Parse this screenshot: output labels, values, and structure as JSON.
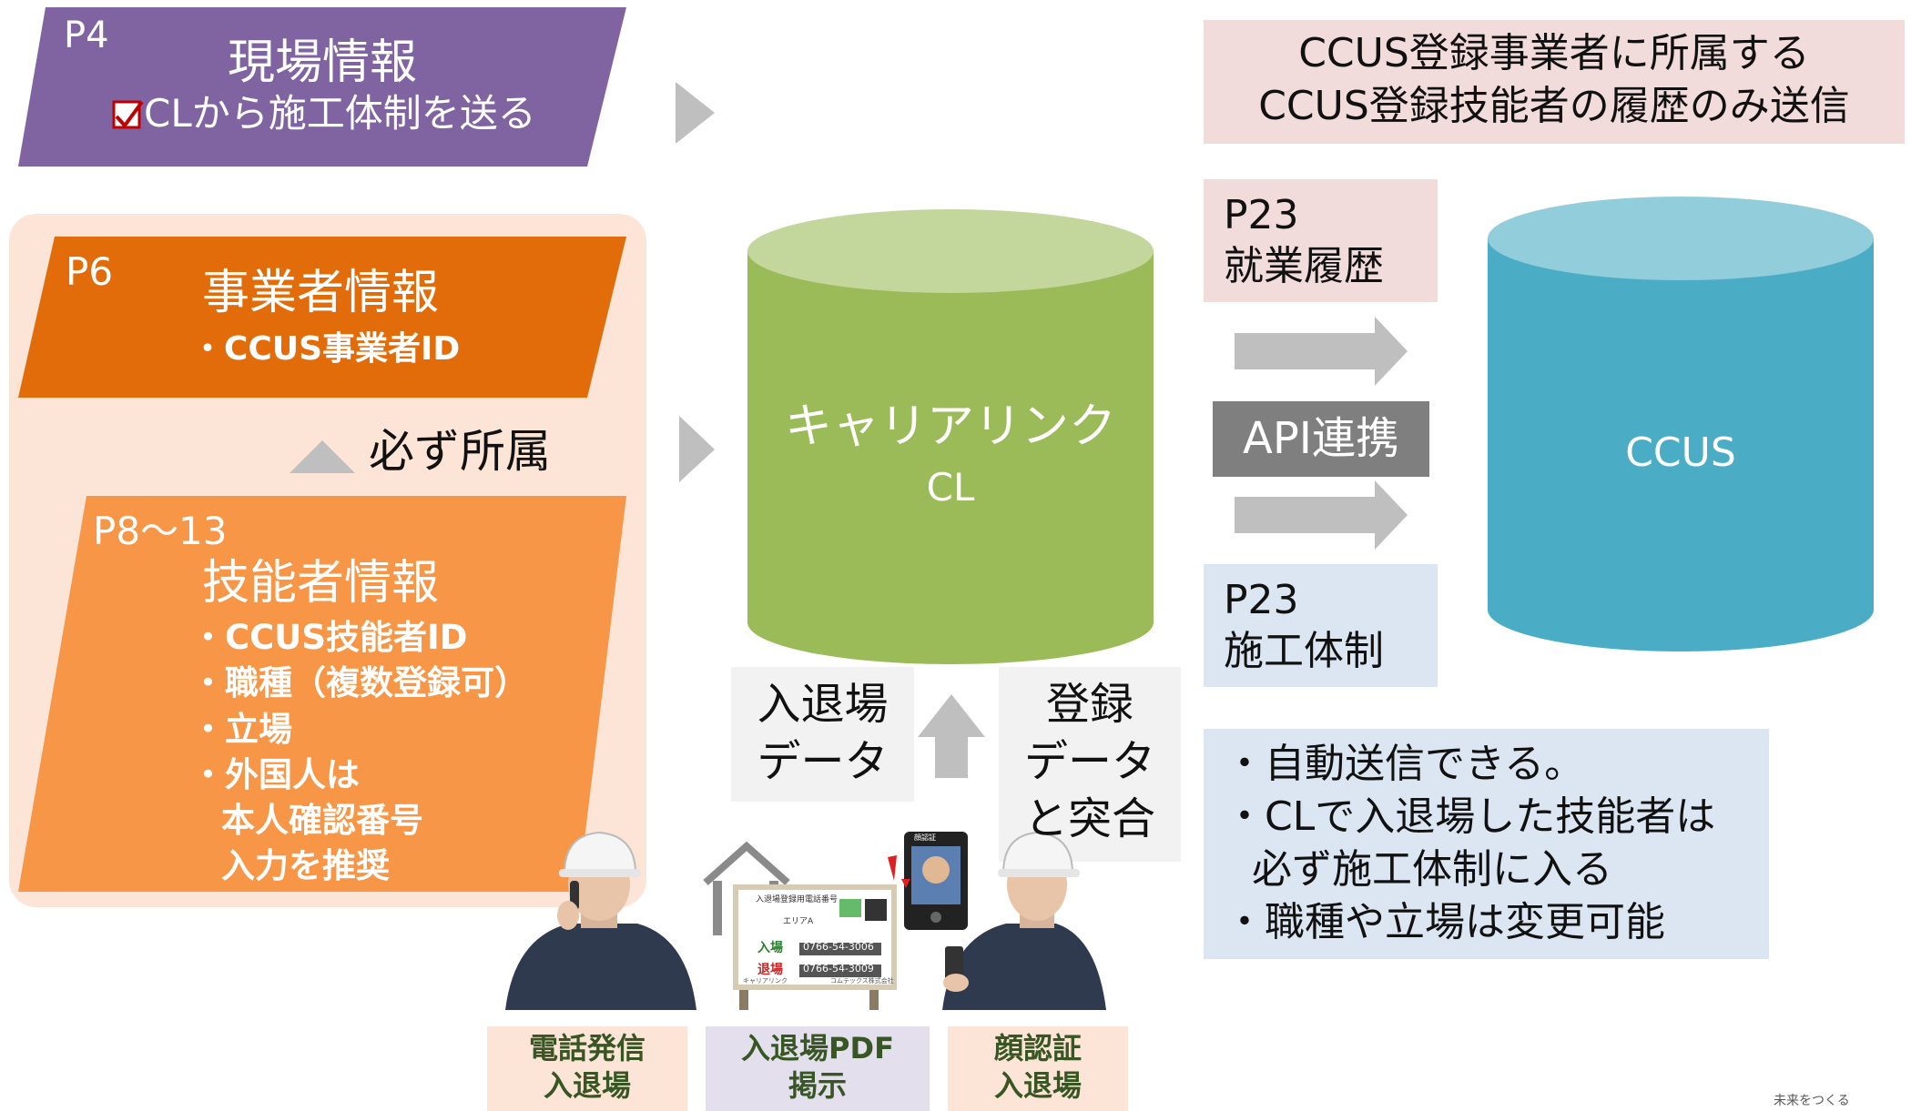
{
  "site_info": {
    "page": "P4",
    "title": "現場情報",
    "sub": "CLから施工体制を送る"
  },
  "company_info": {
    "page": "P6",
    "title": "事業者情報",
    "item": "・CCUS事業者ID"
  },
  "must_belong": "必ず所属",
  "worker_info": {
    "page": "P8～13",
    "title": "技能者情報",
    "items": [
      "・CCUS技能者ID",
      "・職種（複数登録可）",
      "・立場",
      "・外国人は"
    ],
    "extra": [
      "本人確認番号",
      "入力を推奨"
    ]
  },
  "careerlink": {
    "name": "キャリアリンク",
    "abbr": "CL"
  },
  "ccus": {
    "name": "CCUS"
  },
  "note_top": [
    "CCUS登録事業者に所属する",
    "CCUS登録技能者の履歴のみ送信"
  ],
  "work_history": {
    "page": "P23",
    "label": "就業履歴"
  },
  "api": "API連携",
  "construction_system": {
    "page": "P23",
    "label": "施工体制"
  },
  "entry_data": [
    "入退場",
    "データ"
  ],
  "reg_data": [
    "登録",
    "データ",
    "と突合"
  ],
  "info_box": [
    "・自動送信できる。",
    "・CLで入退場した技能者は",
    "必ず施工体制に入る",
    "・職種や立場は変更可能"
  ],
  "methods": [
    {
      "label": [
        "電話発信",
        "入退場"
      ]
    },
    {
      "label": [
        "入退場PDF",
        "掲示"
      ]
    },
    {
      "label": [
        "顔認証",
        "入退場"
      ]
    }
  ],
  "sign": {
    "title": "入退場登録用電話番号",
    "area": "エリアA",
    "in_label": "入場",
    "in_number": "0766-54-3006",
    "out_label": "退場",
    "out_number": "0766-54-3009",
    "footer_left": "キャリアリンク",
    "footer_right": "コムテックス株式会社"
  },
  "face_panel": "顔認証",
  "corner_note": "未来をつくる",
  "colors": {
    "purple": "#8064A2",
    "dark_orange": "#E36C0A",
    "orange": "#F79646",
    "light_orange_bg": "#FCE4D6",
    "green": "#9BBB59",
    "green_top": "#C3D69B",
    "teal": "#4BACC6",
    "teal_top": "#92CDDC",
    "pink": "#F2DCDB",
    "light_blue": "#DCE6F2",
    "gray": "#A6A6A6",
    "api_gray": "#7F7F7F"
  }
}
